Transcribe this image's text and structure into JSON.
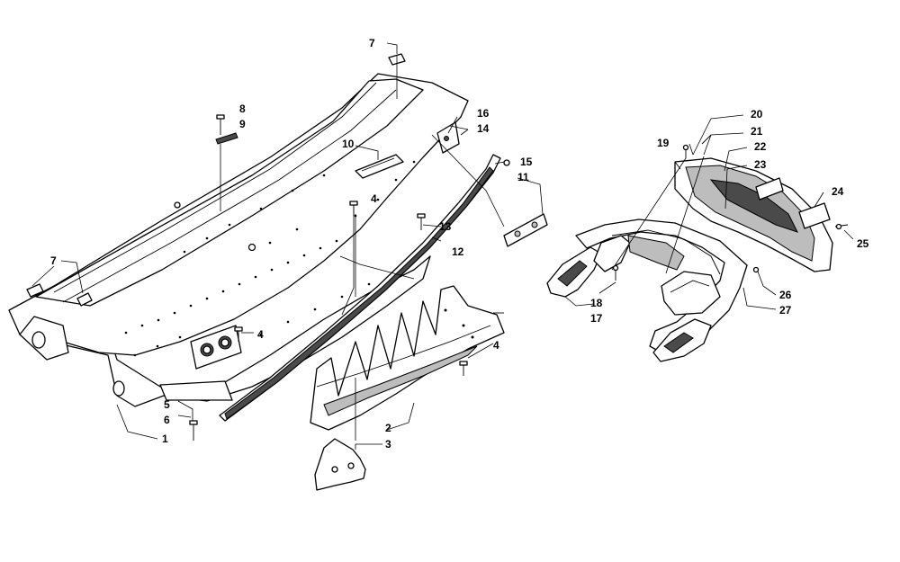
{
  "callouts": {
    "n1": "1",
    "n2": "2",
    "n3": "3",
    "n4a": "4",
    "n4b": "4",
    "n4c": "4",
    "n5": "5",
    "n6": "6",
    "n7a": "7",
    "n7b": "7",
    "n8": "8",
    "n9": "9",
    "n10": "10",
    "n11": "11",
    "n12": "12",
    "n13": "13",
    "n14": "14",
    "n15": "15",
    "n16": "16",
    "n17": "17",
    "n18": "18",
    "n19": "19",
    "n20": "20",
    "n21": "21",
    "n22": "22",
    "n23": "23",
    "n24": "24",
    "n25": "25",
    "n26": "26",
    "n27": "27"
  }
}
